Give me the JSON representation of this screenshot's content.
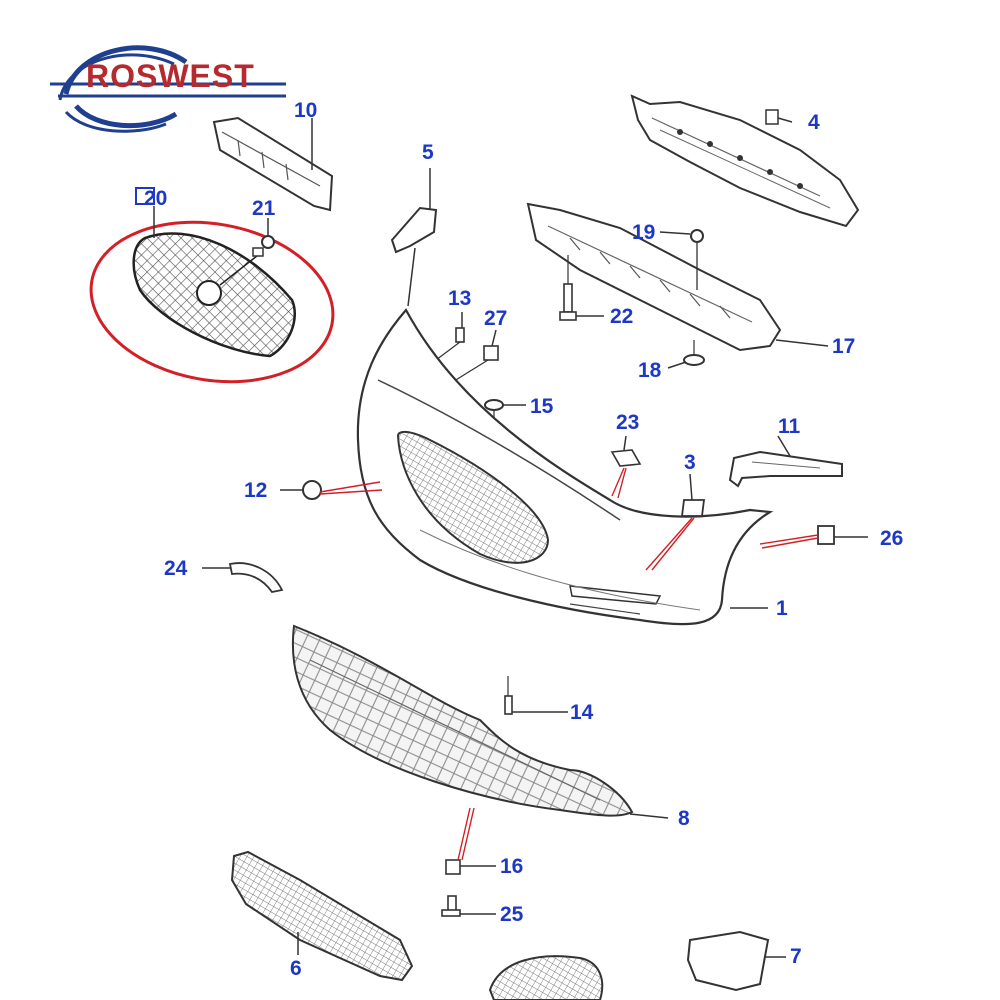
{
  "brand": {
    "name": "ROSWEST",
    "colors": {
      "logo_blue": "#1f3f8f",
      "logo_red": "#b52a2e"
    }
  },
  "diagram": {
    "callout_color": "#1d39c4",
    "highlight_color": "#d32026",
    "highlighted_part": "20",
    "parts": [
      {
        "id": "p1",
        "label": "1"
      },
      {
        "id": "p3",
        "label": "3"
      },
      {
        "id": "p4",
        "label": "4"
      },
      {
        "id": "p5",
        "label": "5"
      },
      {
        "id": "p6",
        "label": "6"
      },
      {
        "id": "p7",
        "label": "7"
      },
      {
        "id": "p8",
        "label": "8"
      },
      {
        "id": "p10",
        "label": "10"
      },
      {
        "id": "p11",
        "label": "11"
      },
      {
        "id": "p12",
        "label": "12"
      },
      {
        "id": "p13",
        "label": "13"
      },
      {
        "id": "p14",
        "label": "14"
      },
      {
        "id": "p15",
        "label": "15"
      },
      {
        "id": "p16",
        "label": "16"
      },
      {
        "id": "p17",
        "label": "17"
      },
      {
        "id": "p18",
        "label": "18"
      },
      {
        "id": "p19",
        "label": "19"
      },
      {
        "id": "p20",
        "label": "20"
      },
      {
        "id": "p21",
        "label": "21"
      },
      {
        "id": "p22",
        "label": "22"
      },
      {
        "id": "p23",
        "label": "23"
      },
      {
        "id": "p24",
        "label": "24"
      },
      {
        "id": "p25",
        "label": "25"
      },
      {
        "id": "p26",
        "label": "26"
      },
      {
        "id": "p27",
        "label": "27"
      }
    ]
  }
}
